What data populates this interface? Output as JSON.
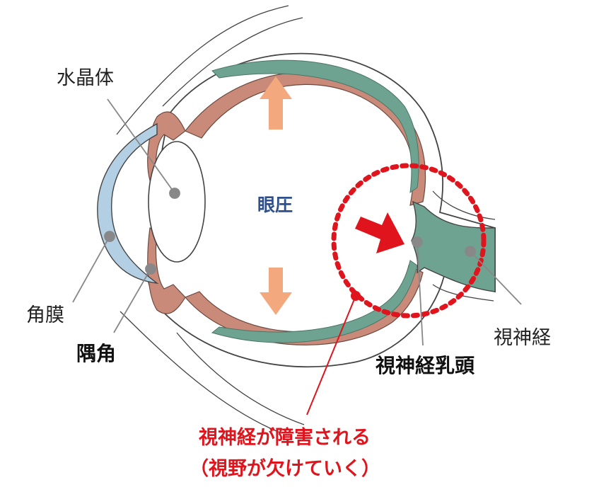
{
  "labels": {
    "lens": "水晶体",
    "cornea": "角膜",
    "angle": "隅角",
    "iop": "眼圧",
    "optic_nerve": "視神経",
    "optic_disc": "視神経乳頭",
    "damage_line1": "視神経が障害される",
    "damage_line2": "（視野が欠けていく）"
  },
  "colors": {
    "choroid": "#c98a7a",
    "retina": "#6fa391",
    "cornea": "#b3cfe3",
    "arrow": "#f3a97d",
    "pointer": "#888888",
    "accent_red": "#e0141c",
    "iop_text": "#2e4e8c"
  }
}
